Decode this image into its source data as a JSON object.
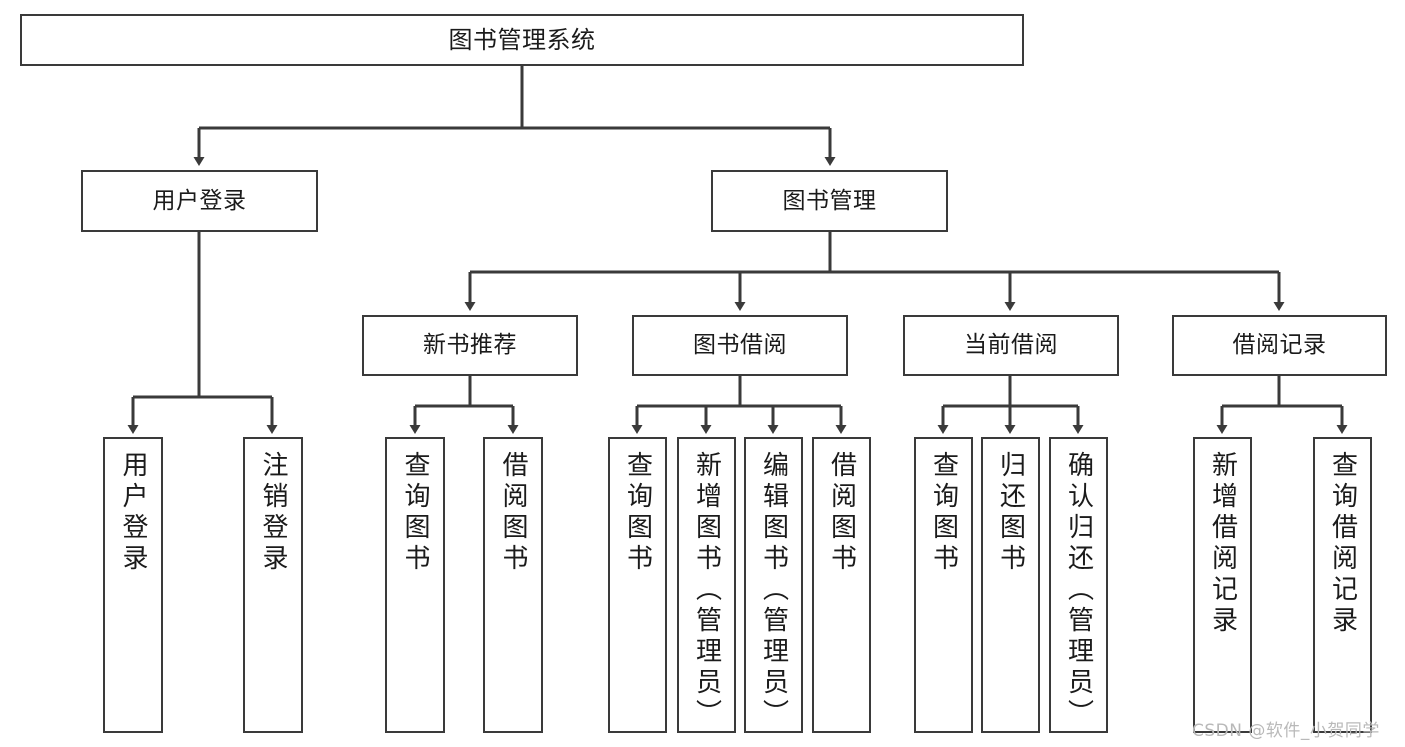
{
  "diagram": {
    "type": "tree-hierarchy",
    "title": "图书管理系统",
    "root": {
      "id": "root",
      "label": "图书管理系统",
      "orientation": "horizontal"
    },
    "level2": [
      {
        "id": "user-login",
        "label": "用户登录",
        "orientation": "horizontal"
      },
      {
        "id": "book-manage",
        "label": "图书管理",
        "orientation": "horizontal"
      }
    ],
    "level3": [
      {
        "id": "new-book-recommend",
        "label": "新书推荐",
        "orientation": "horizontal",
        "parent": "book-manage"
      },
      {
        "id": "book-borrow",
        "label": "图书借阅",
        "orientation": "horizontal",
        "parent": "book-manage"
      },
      {
        "id": "current-borrow",
        "label": "当前借阅",
        "orientation": "horizontal",
        "parent": "book-manage"
      },
      {
        "id": "borrow-record",
        "label": "借阅记录",
        "orientation": "horizontal",
        "parent": "book-manage"
      }
    ],
    "leaves": [
      {
        "id": "leaf-user-login",
        "label": "用户登录",
        "parent": "user-login"
      },
      {
        "id": "leaf-logout-login",
        "label": "注销登录",
        "parent": "user-login"
      },
      {
        "id": "leaf-query-book-rec",
        "label": "查询图书",
        "parent": "new-book-recommend"
      },
      {
        "id": "leaf-borrow-book-rec",
        "label": "借阅图书",
        "parent": "new-book-recommend"
      },
      {
        "id": "leaf-query-book-bor",
        "label": "查询图书",
        "parent": "book-borrow"
      },
      {
        "id": "leaf-add-book",
        "label": "新增图书（管理员）",
        "parent": "book-borrow"
      },
      {
        "id": "leaf-edit-book",
        "label": "编辑图书（管理员）",
        "parent": "book-borrow"
      },
      {
        "id": "leaf-borrow-book",
        "label": "借阅图书",
        "parent": "book-borrow"
      },
      {
        "id": "leaf-query-book-cur",
        "label": "查询图书",
        "parent": "current-borrow"
      },
      {
        "id": "leaf-return-book",
        "label": "归还图书",
        "parent": "current-borrow"
      },
      {
        "id": "leaf-confirm-return",
        "label": "确认归还（管理员）",
        "parent": "current-borrow"
      },
      {
        "id": "leaf-add-record",
        "label": "新增借阅记录",
        "parent": "borrow-record"
      },
      {
        "id": "leaf-query-record",
        "label": "查询借阅记录",
        "parent": "borrow-record"
      }
    ]
  },
  "watermark": {
    "text": "CSDN @软件_小贺同学"
  },
  "colors": {
    "stroke": "#3a3a3a",
    "background": "#ffffff",
    "text": "#1b1b1b",
    "watermark": "#b9b9b9"
  }
}
